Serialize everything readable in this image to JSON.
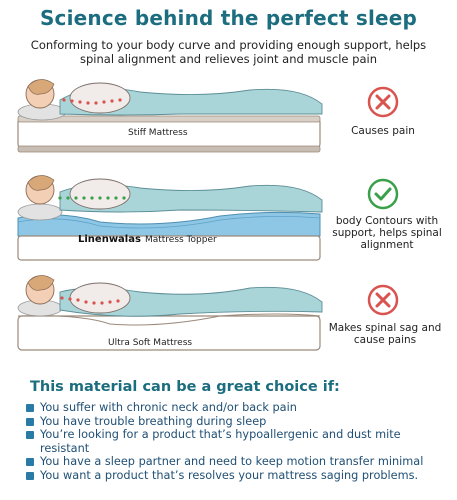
{
  "title": "Science behind the perfect sleep",
  "subtitle": "Conforming to your body curve and providing enough support, helps spinal alignment and relieves joint and muscle pain",
  "panels": [
    {
      "mattress_label": "Stiff Mattress",
      "status": "Causes  pain",
      "status_icon": "x-circle-icon",
      "spine_dots_color": "#d9534f"
    },
    {
      "brand": "Linenwalas",
      "mattress_label": "Mattress Topper",
      "status": "body Contours with support, helps spinal alignment",
      "status_icon": "check-circle-icon",
      "spine_dots_color": "#3aa04a"
    },
    {
      "mattress_label": "Ultra Soft Mattress",
      "status": "Makes spinal sag and cause pains",
      "status_icon": "x-circle-icon",
      "spine_dots_color": "#d9534f"
    }
  ],
  "list_heading": "This material can be a great choice if:",
  "benefits": [
    "You suffer with chronic neck and/or back pain",
    "You have trouble breathing during sleep",
    "You’re looking for a product that’s hypoallergenic and dust mite resistant",
    "You have a sleep partner and need to keep motion transfer minimal",
    "You want a product that’s resolves your mattress saging problems."
  ],
  "colors": {
    "accent": "#1c6d7f",
    "bad": "#d9534f",
    "good": "#3aa04a",
    "list_text": "#1f4f74"
  }
}
